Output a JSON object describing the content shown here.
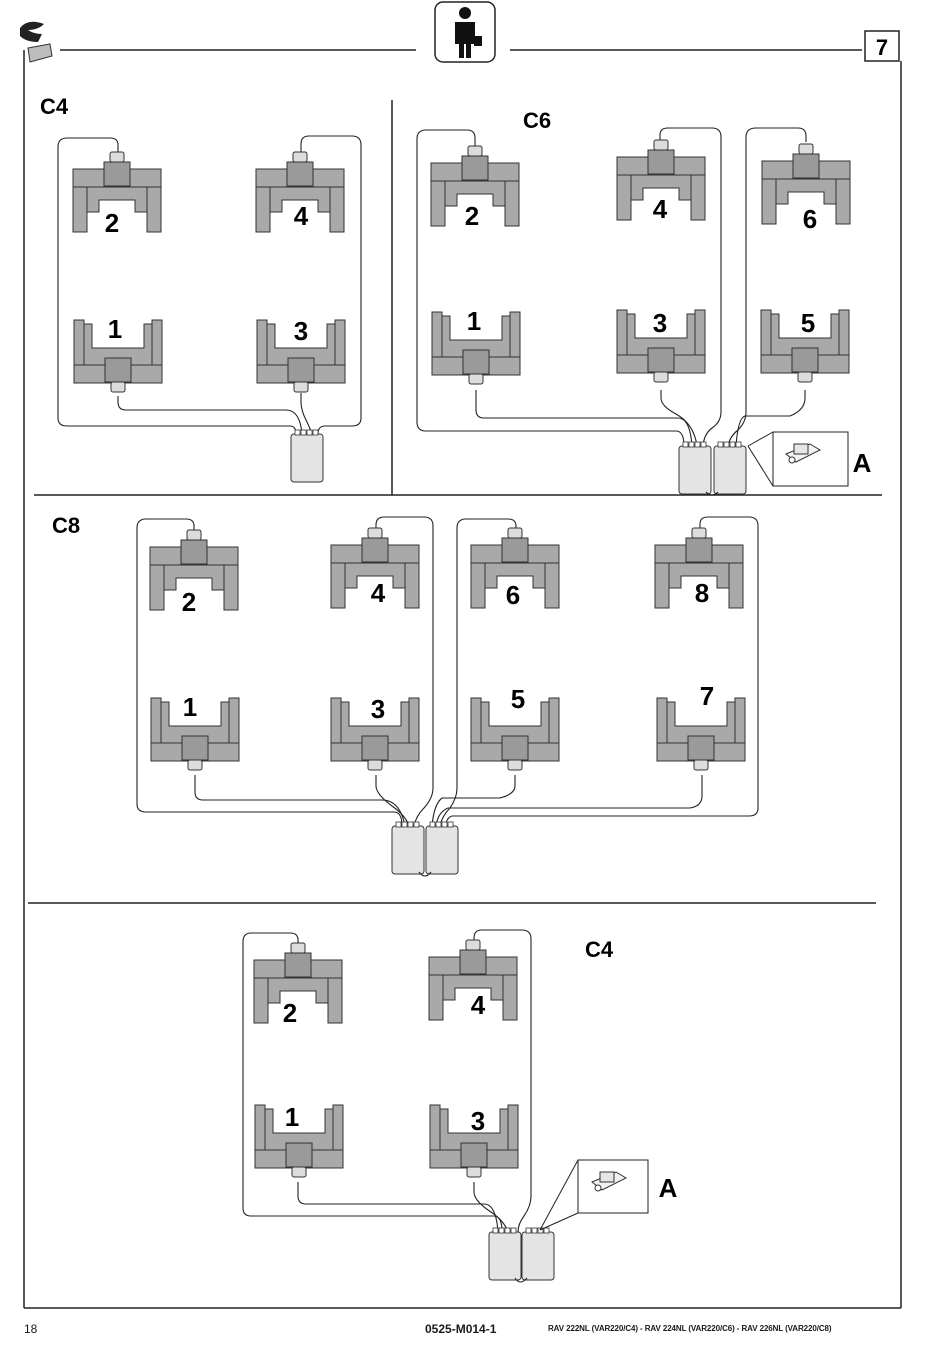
{
  "header": {
    "logo_icon": "brand-logo-icon",
    "operator_icon": "operator-figure-icon",
    "section_number": "7"
  },
  "panels": [
    {
      "id": "c4-top",
      "config_label": "C4",
      "lifts": [
        {
          "number": "2",
          "orientation": "top"
        },
        {
          "number": "4",
          "orientation": "top"
        },
        {
          "number": "1",
          "orientation": "bottom"
        },
        {
          "number": "3",
          "orientation": "bottom"
        }
      ],
      "control_units": 1
    },
    {
      "id": "c6",
      "config_label": "C6",
      "lifts": [
        {
          "number": "2",
          "orientation": "top"
        },
        {
          "number": "4",
          "orientation": "top"
        },
        {
          "number": "6",
          "orientation": "top"
        },
        {
          "number": "1",
          "orientation": "bottom"
        },
        {
          "number": "3",
          "orientation": "bottom"
        },
        {
          "number": "5",
          "orientation": "bottom"
        }
      ],
      "control_units": 2,
      "detail_label": "A"
    },
    {
      "id": "c8",
      "config_label": "C8",
      "lifts": [
        {
          "number": "2",
          "orientation": "top"
        },
        {
          "number": "4",
          "orientation": "top"
        },
        {
          "number": "6",
          "orientation": "top"
        },
        {
          "number": "8",
          "orientation": "top"
        },
        {
          "number": "1",
          "orientation": "bottom"
        },
        {
          "number": "3",
          "orientation": "bottom"
        },
        {
          "number": "5",
          "orientation": "bottom"
        },
        {
          "number": "7",
          "orientation": "bottom"
        }
      ],
      "control_units": 2
    },
    {
      "id": "c4-bottom",
      "config_label": "C4",
      "lifts": [
        {
          "number": "2",
          "orientation": "top"
        },
        {
          "number": "4",
          "orientation": "top"
        },
        {
          "number": "1",
          "orientation": "bottom"
        },
        {
          "number": "3",
          "orientation": "bottom"
        }
      ],
      "control_units": 2,
      "detail_label": "A"
    }
  ],
  "footer": {
    "page_number": "18",
    "doc_code": "0525-M014-1",
    "models": "RAV 222NL (VAR220/C4) - RAV 224NL (VAR220/C6) - RAV 226NL (VAR220/C8)"
  },
  "colors": {
    "lift_fill": "#a9a9a9",
    "lift_dark": "#8f8f8f",
    "unit_fill": "#e4e4e4",
    "line": "#222222"
  }
}
